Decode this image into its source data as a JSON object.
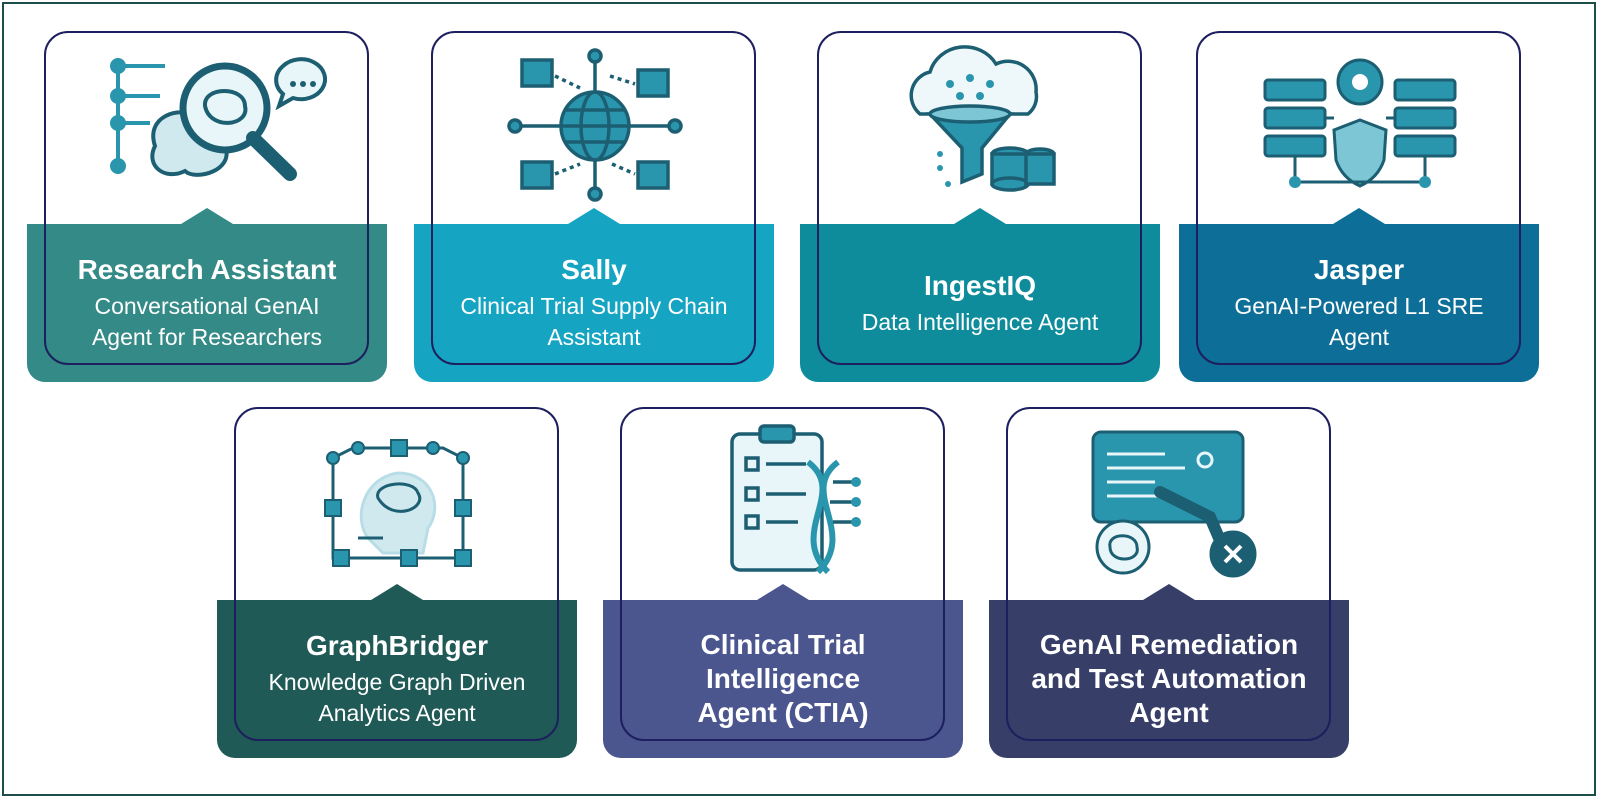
{
  "colors": {
    "research": "#338a86",
    "sally": "#16a4c3",
    "ingestiq": "#0f8c9c",
    "jasper": "#0d6e98",
    "graphbridger": "#1f5a56",
    "ctia": "#4b568f",
    "genai": "#373e67",
    "outline": "#1d1f5e",
    "icon": "#2a96ae"
  },
  "cards": [
    {
      "id": "research",
      "title": "Research Assistant",
      "subtitle": "Conversational GenAI Agent for Researchers",
      "icon": "research-brain-magnifier-icon"
    },
    {
      "id": "sally",
      "title": "Sally",
      "subtitle": "Clinical Trial Supply Chain Assistant",
      "icon": "supply-chain-globe-icon"
    },
    {
      "id": "ingestiq",
      "title": "IngestIQ",
      "subtitle": "Data Intelligence Agent",
      "icon": "cloud-funnel-database-icon"
    },
    {
      "id": "jasper",
      "title": "Jasper",
      "subtitle": "GenAI-Powered L1 SRE Agent",
      "icon": "server-gear-shield-icon"
    },
    {
      "id": "graphbridger",
      "title": "GraphBridger",
      "subtitle": "Knowledge Graph Driven Analytics Agent",
      "icon": "knowledge-graph-brain-icon"
    },
    {
      "id": "ctia",
      "title": "Clinical Trial Intelligence Agent (CTIA)",
      "subtitle": "",
      "icon": "clipboard-dna-icon"
    },
    {
      "id": "genai",
      "title": "GenAI Remediation and Test Automation Agent",
      "subtitle": "",
      "icon": "code-wrench-brain-icon"
    }
  ]
}
